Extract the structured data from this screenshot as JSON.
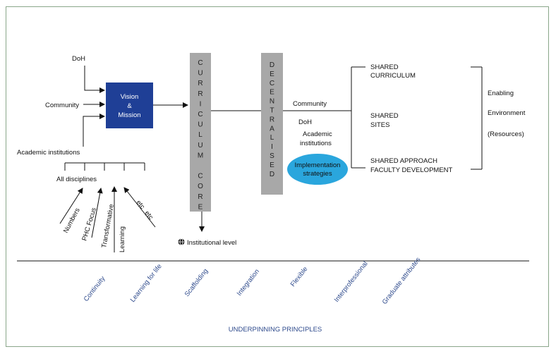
{
  "inputs": {
    "doh": "DoH",
    "community": "Community",
    "academic": "Academic institutions",
    "all_disciplines": "All disciplines"
  },
  "vision_box": {
    "line1": "Vision",
    "line2": "&",
    "line3": "Mission"
  },
  "disciplines": [
    "Numbers",
    "PHC Focus",
    "Transformative",
    "Learning",
    "etc",
    "etc"
  ],
  "curriculum_core_letters": [
    "C",
    "U",
    "R",
    "R",
    "I",
    "C",
    "U",
    "L",
    "U",
    "M",
    "",
    "C",
    "O",
    "R",
    "E"
  ],
  "decentralised_letters": [
    "D",
    "E",
    "C",
    "E",
    "N",
    "T",
    "R",
    "A",
    "L",
    "I",
    "S",
    "E",
    "D"
  ],
  "institutional_level": "Institutional level",
  "middle": {
    "community": "Community",
    "doh": "DoH",
    "academic_1": "Academic",
    "academic_2": "institutions",
    "impl_1": "Implementation",
    "impl_2": "strategies"
  },
  "shared": {
    "curriculum_1": "SHARED",
    "curriculum_2": "CURRICULUM",
    "sites_1": "SHARED",
    "sites_2": "SITES",
    "approach_1": "SHARED APPROACH",
    "approach_2": "FACULTY DEVELOPMENT"
  },
  "enabling": {
    "line1": "Enabling",
    "line2": "Environment",
    "line3": "(Resources)"
  },
  "principles": [
    "Continuity",
    "Learning for life",
    "Scaffolding",
    "Integration",
    "Flexible",
    "Interprofessional",
    "Graduate attributes"
  ],
  "footer": "UNDERPINNING PRINCIPLES",
  "colors": {
    "box_blue": "#1f3f96",
    "grey_bar": "#a8a8a8",
    "ellipse_blue": "#2aa6dd",
    "principle_blue": "#2e4a8c",
    "border_green": "#8aa68a"
  }
}
